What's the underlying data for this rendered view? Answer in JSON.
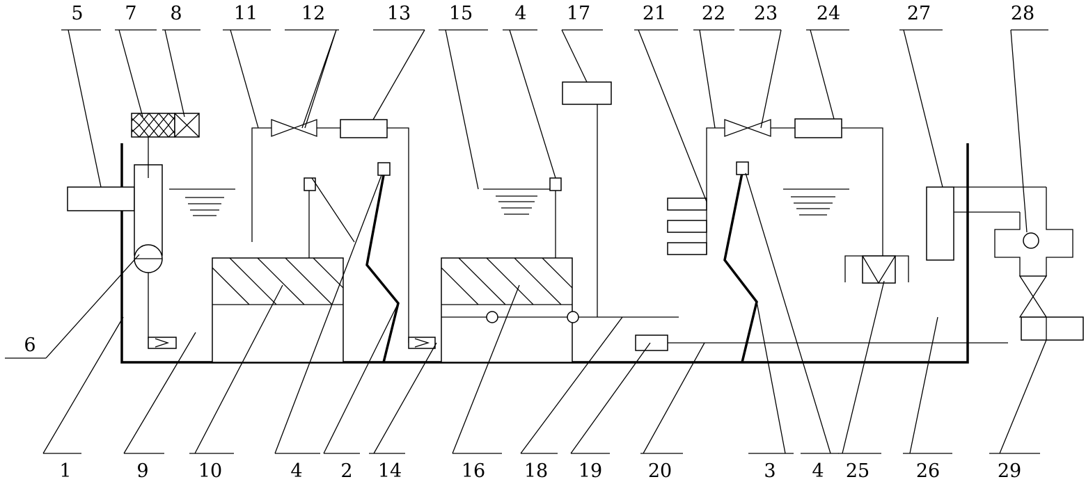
{
  "labels": {
    "top": [
      "5",
      "7",
      "8",
      "11",
      "12",
      "13",
      "15",
      "4",
      "17",
      "21",
      "22",
      "23",
      "24",
      "27",
      "28"
    ],
    "left": [
      "6"
    ],
    "bottom": [
      "1",
      "9",
      "10",
      "4",
      "2",
      "14",
      "16",
      "18",
      "19",
      "20",
      "3",
      "4",
      "25",
      "26",
      "29"
    ]
  }
}
